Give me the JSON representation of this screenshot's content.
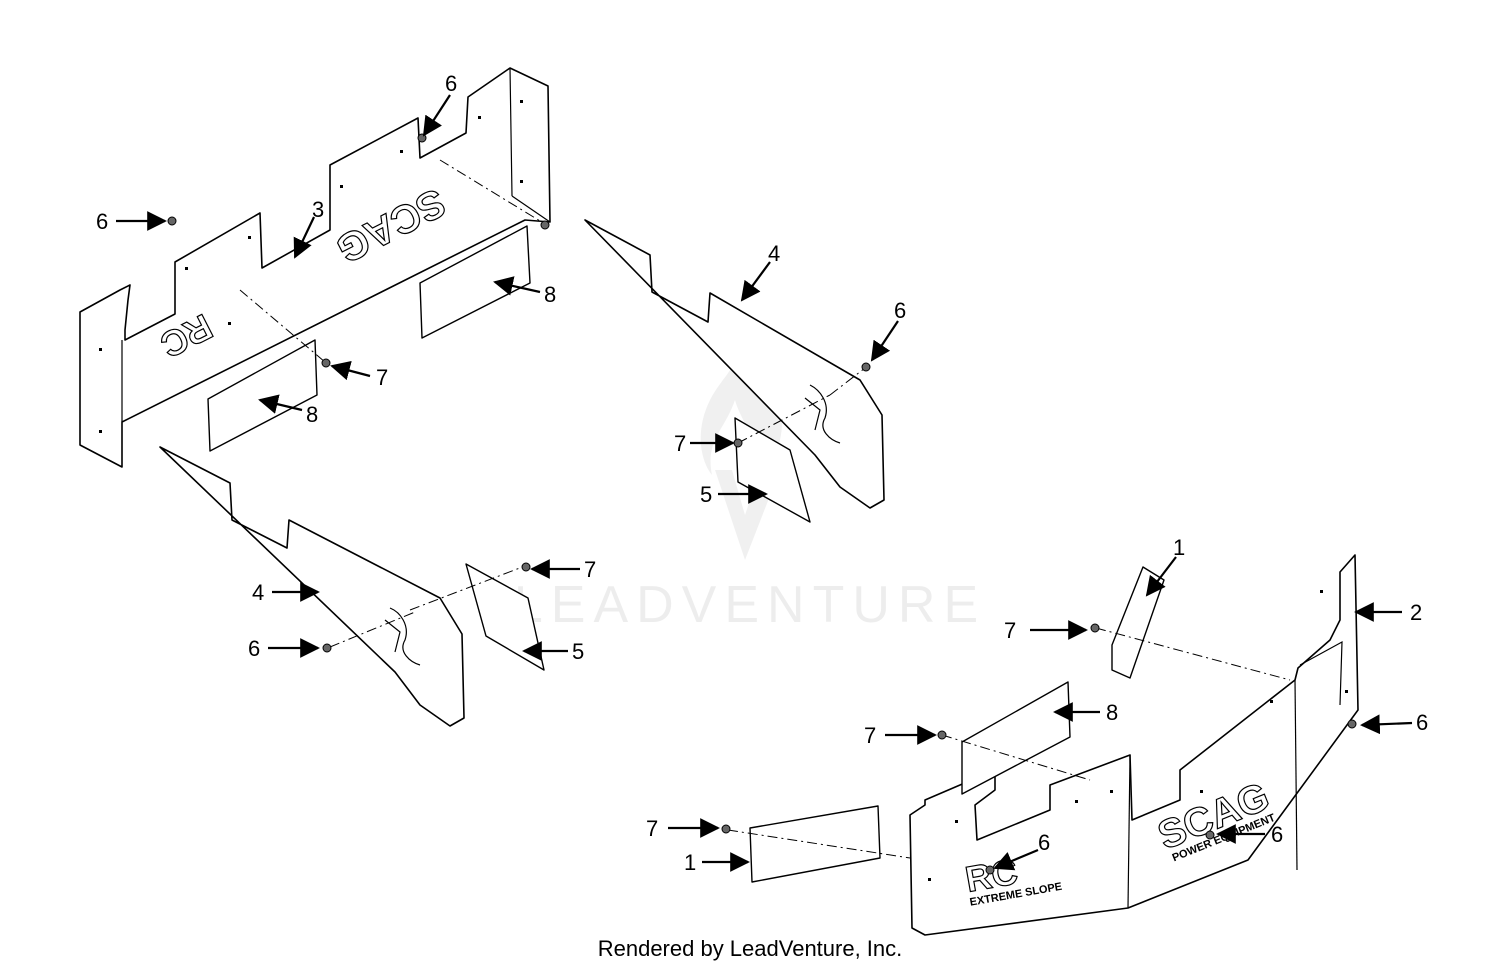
{
  "diagram": {
    "footer": "Rendered by LeadVenture, Inc.",
    "watermark": "LEADVENTURE",
    "decals": {
      "brand": "SCAG",
      "brand_sub": "POWER EQUIPMENT",
      "model": "RC",
      "model_sub": "EXTREME SLOPE"
    },
    "callouts": [
      "6",
      "6",
      "3",
      "8",
      "7",
      "8",
      "4",
      "6",
      "7",
      "5",
      "1",
      "2",
      "7",
      "6",
      "7",
      "8",
      "7",
      "1",
      "6",
      "6",
      "4",
      "6",
      "7",
      "5"
    ]
  }
}
